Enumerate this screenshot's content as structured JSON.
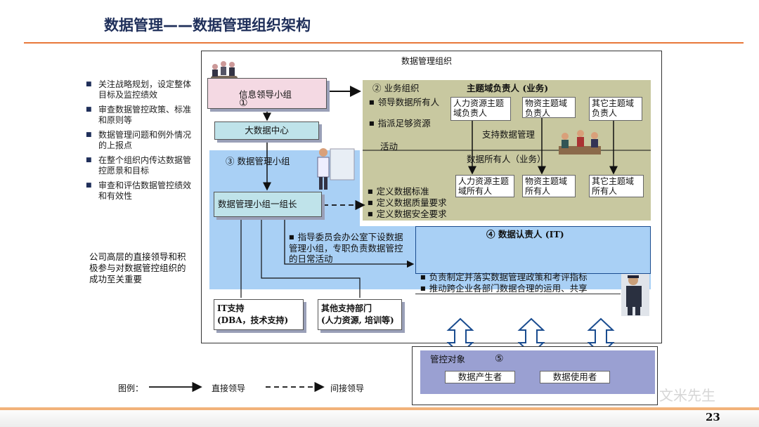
{
  "header": {
    "title": "数据管理——数据管理组织架构"
  },
  "left_bullets": [
    "关注战略规划，设定整体目标及监控绩效",
    "审查数据管控政策、标准和原则等",
    "数据管理问题和例外情况的上报点",
    "在整个组织内传达数据管控愿景和目标",
    "审查和评估数据管控绩效和有效性"
  ],
  "left_note": "公司高层的直接领导和积极参与对数据管控组织的成功至关重要",
  "diagram": {
    "frame_title": "数据管理组织",
    "info_group": {
      "label": "信息领导小组",
      "num": "①"
    },
    "big_data_center": "大数据中心",
    "biz_org": {
      "title": "② 业务组织",
      "bullet1": "领导数据所有人",
      "bullet2": "指派足够资源",
      "activity": "活动",
      "domain_head": "主题域负责人 (业务)",
      "support": "支持数据管理",
      "data_owner_head": "数据所有人（业务）",
      "domain_owners": [
        "人力资源主题域负责人",
        "物资主题域负责人",
        "其它主题域负责人"
      ],
      "data_owners": [
        "人力资源主题域所有人",
        "物资主题域所有人",
        "其它主题域所有人"
      ]
    },
    "dm_group": {
      "title": "③ 数据管理小组",
      "leader": "数据管理小组一组长"
    },
    "requirements": [
      "定义数据标准",
      "定义数据质量要求",
      "定义数据安全要求"
    ],
    "guidance": "指导委员会办公室下设数据管理小组，专职负责数据管控的日常活动",
    "it_owner": {
      "title": "④ 数据认责人 (IT)",
      "items": [
        "负责制定并落实数据管理政策和考评指标",
        "推动跨企业各部门数据合理的运用、共享"
      ]
    },
    "it_support": {
      "line1": "IT支持",
      "line2": "(DBA，技术支持)"
    },
    "other_support": {
      "line1": "其他支持部门",
      "line2": "(人力资源, 培训等)"
    },
    "control": {
      "title": "管控对象",
      "num": "⑤",
      "producer": "数据产生者",
      "consumer": "数据使用者"
    }
  },
  "legend": {
    "label": "图例：",
    "direct": "直接领导",
    "indirect": "间接领导"
  },
  "watermark": "文米先生",
  "page_number": "23",
  "colors": {
    "title": "#1f2f5a",
    "accent_line": "#e8783a",
    "green_panel": "#c8c8a0",
    "blue_panel": "#a9d0f5",
    "arrow_blue": "#4f81bd"
  }
}
